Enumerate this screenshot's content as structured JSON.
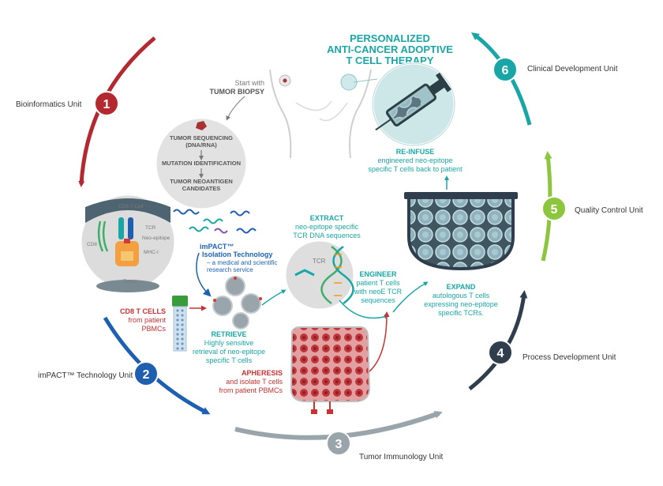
{
  "title": {
    "line1": "PERSONALIZED",
    "line2": "ANTI-CANCER ADOPTIVE",
    "line3": "T CELL THERAPY"
  },
  "units": [
    {
      "number": "1",
      "label": "Bioinformatics Unit",
      "color": "#b22a2f"
    },
    {
      "number": "2",
      "label": "imPACT™ Technology Unit",
      "color": "#1f5fb0"
    },
    {
      "number": "3",
      "label": "Tumor Immunology Unit",
      "color": "#9aa4ab"
    },
    {
      "number": "4",
      "label": "Process Development Unit",
      "color": "#2f3d4c"
    },
    {
      "number": "5",
      "label": "Quality Control Unit",
      "color": "#8cc63f"
    },
    {
      "number": "6",
      "label": "Clinical Development Unit",
      "color": "#1aa6a6"
    }
  ],
  "biopsy": {
    "line1": "Start with",
    "line2": "TUMOR BIOPSY"
  },
  "sequencing": {
    "step1a": "TUMOR SEQUENCING",
    "step1b": "(DNA/RNA)",
    "step2": "MUTATION IDENTIFICATION",
    "step3a": "TUMOR NEOANTIGEN",
    "step3b": "CANDIDATES"
  },
  "cell": {
    "cd8_tcell": "CD8 T Cell",
    "tcr": "TCR",
    "neo_epitope": "Neo-epitope",
    "cd8": "CD8",
    "mhc": "MHC-I",
    "tumor": "Tumor"
  },
  "impact": {
    "line1": "imPACT™",
    "line2": "Isolation Technology",
    "line3": "– a medical and scientific",
    "line4": "research service"
  },
  "cd8_tcells": {
    "line1": "CD8 T CELLS",
    "line2": "from patient",
    "line3": "PBMCs"
  },
  "retrieve": {
    "heading": "RETRIEVE",
    "line1": "Highly sensitive",
    "line2": "retrieval of neo-epitope",
    "line3": "specific T cells"
  },
  "extract": {
    "heading": "EXTRACT",
    "line1": "neo-epitope specific",
    "line2": "TCR DNA sequences",
    "tcr_label": "TCR"
  },
  "engineer": {
    "heading": "ENGINEER",
    "line1": "patient T cells",
    "line2": "with neoE TCR",
    "line3": "sequences"
  },
  "expand": {
    "heading": "EXPAND",
    "line1": "autologous T cells",
    "line2": "expressing neo-epitope",
    "line3": "specific TCRs."
  },
  "reinfuse": {
    "heading": "RE-INFUSE",
    "line1": "engineered neo-epitope",
    "line2": "specific T cells back to patient"
  },
  "apheresis": {
    "heading": "APHERESIS",
    "line1": "and isolate T cells",
    "line2": "from patient PBMCs"
  }
}
